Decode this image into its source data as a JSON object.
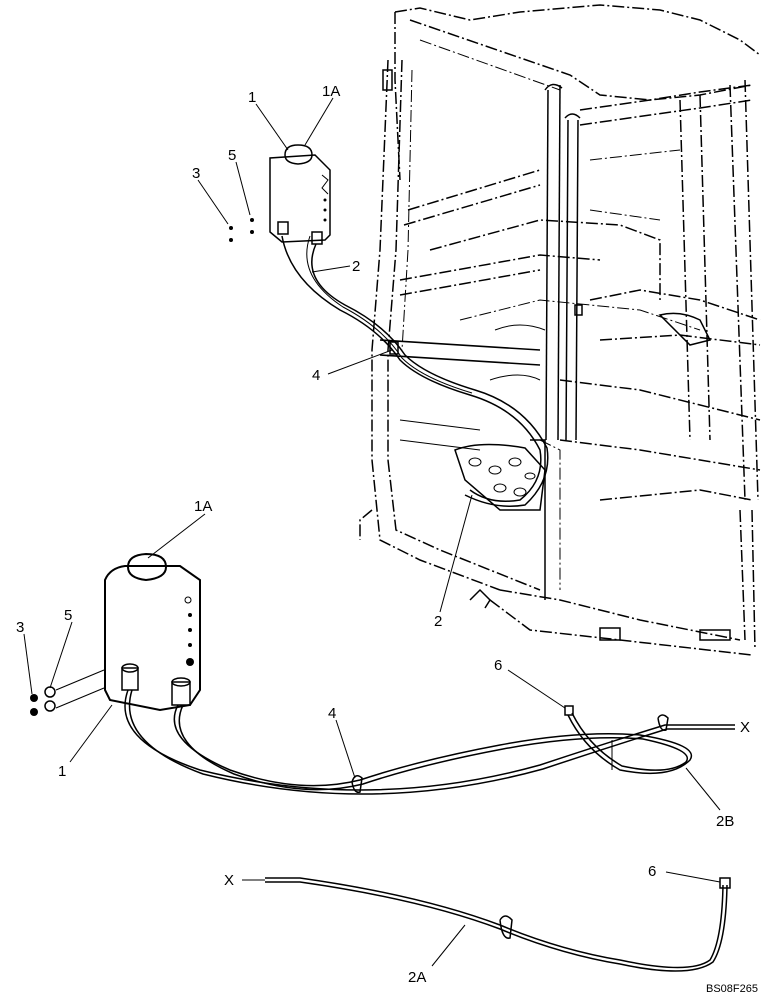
{
  "figure": {
    "code": "BS08F265"
  },
  "callouts": {
    "upper_1": "1",
    "upper_1A": "1A",
    "upper_3": "3",
    "upper_5": "5",
    "upper_2a": "2",
    "upper_4": "4",
    "upper_2b": "2",
    "lower_1A": "1A",
    "lower_3": "3",
    "lower_5": "5",
    "lower_1": "1",
    "lower_4": "4",
    "lower_6": "6",
    "lower_X": "X",
    "lower_2B": "2B",
    "bottom_X": "X",
    "bottom_6": "6",
    "bottom_2A": "2A"
  }
}
